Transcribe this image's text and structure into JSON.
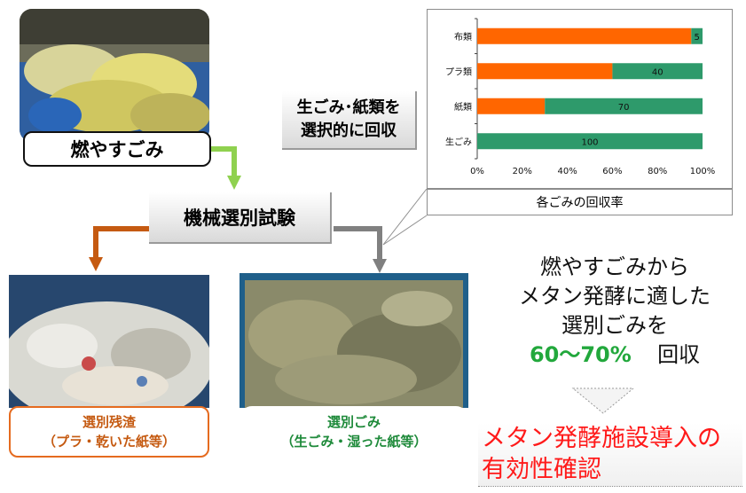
{
  "labels": {
    "burnable": "燃やすごみ",
    "mechanical_test": "機械選別試験",
    "selective_line1": "生ごみ･紙類を",
    "selective_line2": "選択的に回収",
    "residue_line1": "選別残渣",
    "residue_line2": "（プラ・乾いた紙等）",
    "sorted_line1": "選別ごみ",
    "sorted_line2": "（生ごみ・湿った紙等）",
    "summary_line1": "燃やすごみから",
    "summary_line2": "メタン発酵に適した",
    "summary_line3": "選別ごみを",
    "summary_pct": "60～70%",
    "summary_tail": "回収",
    "conclusion_line1": "メタン発酵施設導入の",
    "conclusion_line2": "有効性確認"
  },
  "colors": {
    "orange": "#ff6600",
    "green": "#2e9a6b",
    "arrow_green": "#8fd14f",
    "arrow_orange": "#c55a11",
    "arrow_gray": "#808080",
    "pct_green": "#22a83c",
    "red": "#ff1a1a"
  },
  "chart_data": {
    "type": "bar",
    "orientation": "horizontal",
    "stacked": true,
    "percent": true,
    "title": "各ごみの回収率",
    "categories": [
      "布類",
      "プラ類",
      "紙類",
      "生ごみ"
    ],
    "series": [
      {
        "color": "#ff6600",
        "values": [
          95,
          60,
          30,
          0
        ]
      },
      {
        "color": "#2e9a6b",
        "values": [
          5,
          40,
          70,
          100
        ]
      }
    ],
    "data_labels": [
      "5",
      "40",
      "70",
      "100"
    ],
    "xlim": [
      0,
      100
    ],
    "xticks": [
      "0%",
      "20%",
      "40%",
      "60%",
      "80%",
      "100%"
    ],
    "grid": false,
    "legend": "none"
  }
}
